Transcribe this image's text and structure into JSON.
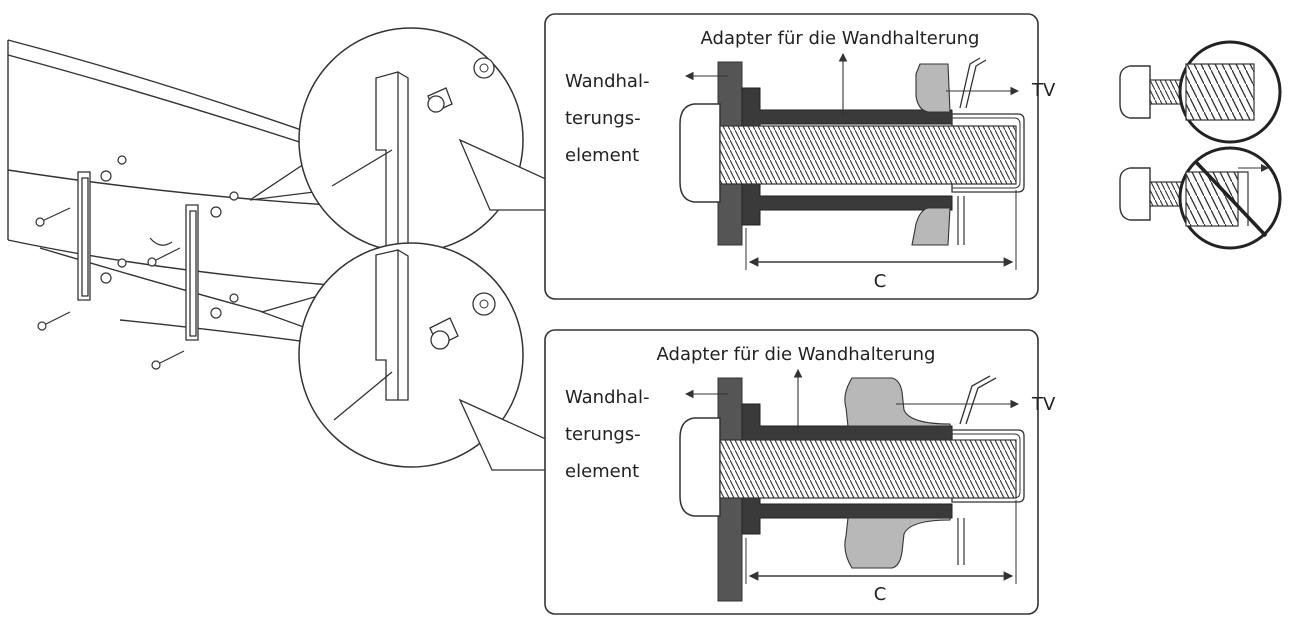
{
  "panels": [
    {
      "adapter_label": "Adapter für die Wandhalterung",
      "bracket_label": [
        "Wandhal-",
        "terungs-",
        "element"
      ],
      "tv_label": "TV",
      "dimension_label": "C"
    },
    {
      "adapter_label": "Adapter für die Wandhalterung",
      "bracket_label": [
        "Wandhal-",
        "terungs-",
        "element"
      ],
      "tv_label": "TV",
      "dimension_label": "C"
    }
  ],
  "screw_examples": [
    {
      "state": "correct",
      "icon": "thread-ok-icon"
    },
    {
      "state": "incorrect",
      "icon": "no-sign-icon"
    }
  ],
  "colors": {
    "line": "#333333",
    "dark": "#3a3a3a",
    "bracket": "#555555",
    "tvgray": "#b8b8b8"
  }
}
